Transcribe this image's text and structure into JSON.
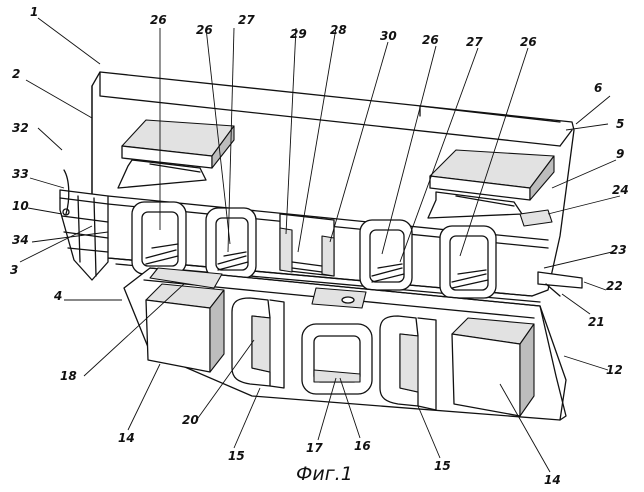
{
  "caption": "Фиг.1",
  "labels": {
    "l1": "1",
    "l2": "2",
    "l3": "3",
    "l4": "4",
    "l5": "5",
    "l6": "6",
    "l9": "9",
    "l10": "10",
    "l12": "12",
    "l14a": "14",
    "l14b": "14",
    "l15a": "15",
    "l15b": "15",
    "l16": "16",
    "l17": "17",
    "l18": "18",
    "l20": "20",
    "l21": "21",
    "l22": "22",
    "l23": "23",
    "l24": "24",
    "l26a": "26",
    "l26b": "26",
    "l26c": "26",
    "l26d": "26",
    "l27a": "27",
    "l27b": "27",
    "l28": "28",
    "l29": "29",
    "l30": "30",
    "l32": "32",
    "l33": "33",
    "l34": "34"
  }
}
